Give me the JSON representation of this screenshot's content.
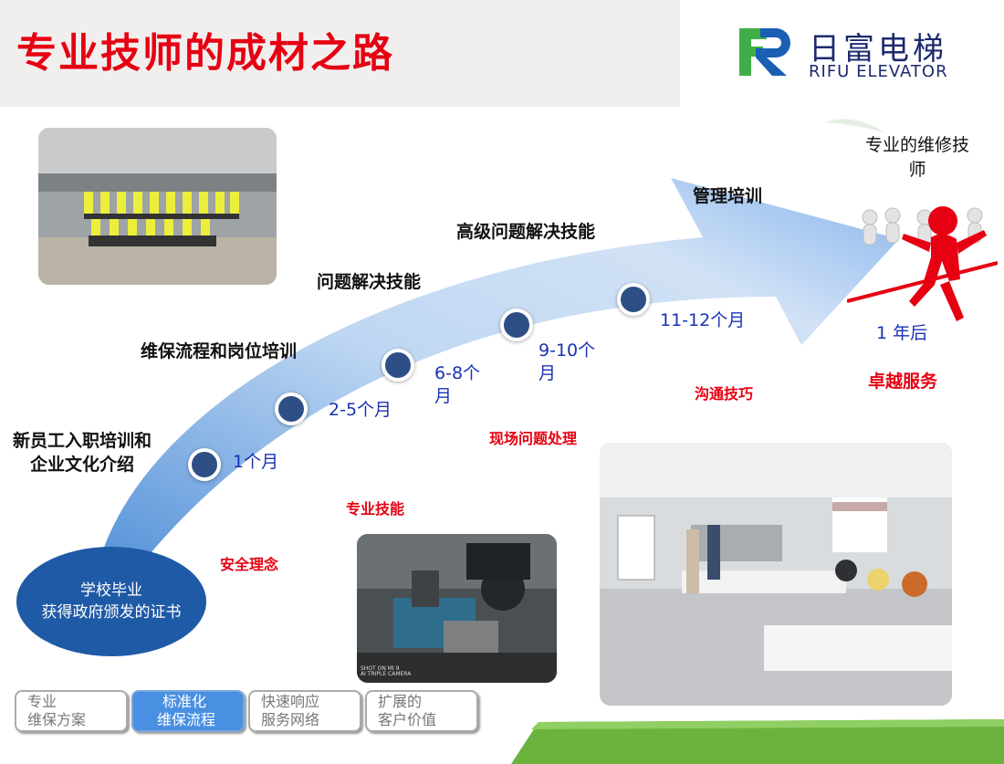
{
  "header": {
    "title": "专业技师的成材之路",
    "logo_cn": "日富电梯",
    "logo_en": "RIFU ELEVATOR"
  },
  "stages": [
    "新员工入职培训和\n企业文化介绍",
    "维保流程和岗位培训",
    "问题解决技能",
    "高级问题解决技能",
    "管理培训"
  ],
  "periods": [
    "1个月",
    "2-5个月",
    "6-8个\n月",
    "9-10个\n月",
    "11-12个月"
  ],
  "skills": [
    "安全理念",
    "专业技能",
    "现场问题处理",
    "沟通技巧",
    "卓越服务"
  ],
  "goal": {
    "title": "专业的维修技\n师",
    "after": "1 年后"
  },
  "start": {
    "line1": "学校毕业",
    "line2": "获得政府颁发的证书"
  },
  "photo_caption": "SHOT ON MI 9\nAI TRIPLE CAMERA",
  "nav_tabs": [
    {
      "line1": "专业",
      "line2": "维保方案"
    },
    {
      "line1": "标准化",
      "line2": "维保流程"
    },
    {
      "line1": "快速响应",
      "line2": "服务网络"
    },
    {
      "line1": "扩展的",
      "line2": "客户价值"
    }
  ],
  "colors": {
    "title_red": "#e60012",
    "brand_navy": "#1d2a6e",
    "brand_green": "#3fae49",
    "brand_blue": "#1a5fb4",
    "arrow_blue": "#7fb0ec",
    "dot_blue": "#2d4f86",
    "period_blue": "#1a33b3",
    "active_tab": "#4a90e2",
    "footer_green": "#6cb33e"
  }
}
